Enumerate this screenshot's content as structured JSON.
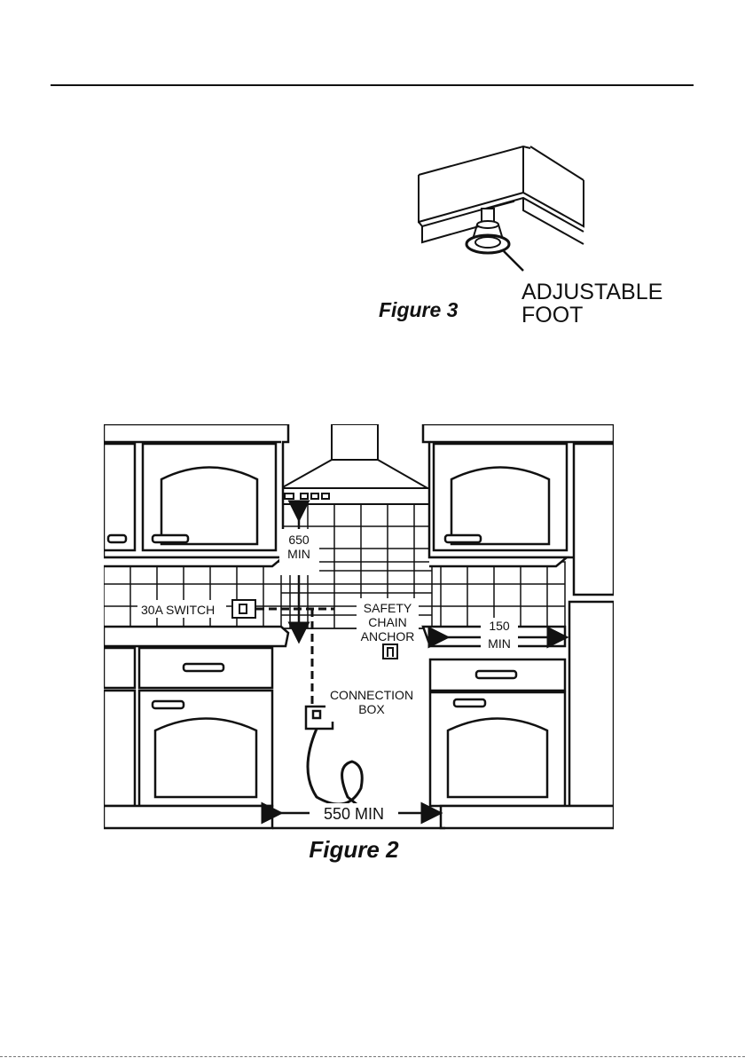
{
  "figure3": {
    "caption": "Figure 3",
    "label_line1": "ADJUSTABLE",
    "label_line2": "FOOT"
  },
  "figure2": {
    "caption": "Figure 2",
    "labels": {
      "height_value": "650",
      "height_unit": "MIN",
      "switch": "30A SWITCH",
      "anchor_line1": "SAFETY",
      "anchor_line2": "CHAIN",
      "anchor_line3": "ANCHOR",
      "side_value": "150",
      "side_unit": "MIN",
      "box_line1": "CONNECTION",
      "box_line2": "BOX",
      "width": "550 MIN"
    }
  }
}
